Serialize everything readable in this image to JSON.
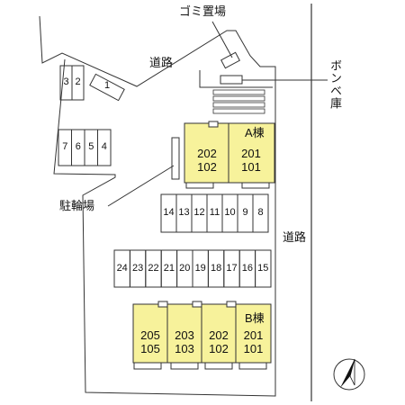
{
  "labels": {
    "road_top": "道路",
    "road_right": "道路",
    "garbage": "ゴミ置場",
    "gas_storage": "ボンベ庫",
    "bicycle_parking": "駐輪場"
  },
  "building_a": {
    "name": "A棟",
    "units": [
      {
        "top": "202",
        "bottom": "102"
      },
      {
        "top": "201",
        "bottom": "101"
      }
    ]
  },
  "building_b": {
    "name": "B棟",
    "units": [
      {
        "top": "205",
        "bottom": "105"
      },
      {
        "top": "203",
        "bottom": "103"
      },
      {
        "top": "202",
        "bottom": "102"
      },
      {
        "top": "201",
        "bottom": "101"
      }
    ]
  },
  "parking": {
    "top_left": [
      "3",
      "2",
      "1"
    ],
    "mid_left": [
      "7",
      "6",
      "5",
      "4"
    ],
    "row_upper": [
      "14",
      "13",
      "12",
      "11",
      "10",
      "9",
      "8"
    ],
    "row_lower": [
      "24",
      "23",
      "22",
      "21",
      "20",
      "19",
      "18",
      "17",
      "16",
      "15"
    ]
  },
  "colors": {
    "building": "#f7f29b",
    "line": "#333333"
  },
  "icons": {
    "compass": "north-arrow-icon"
  }
}
